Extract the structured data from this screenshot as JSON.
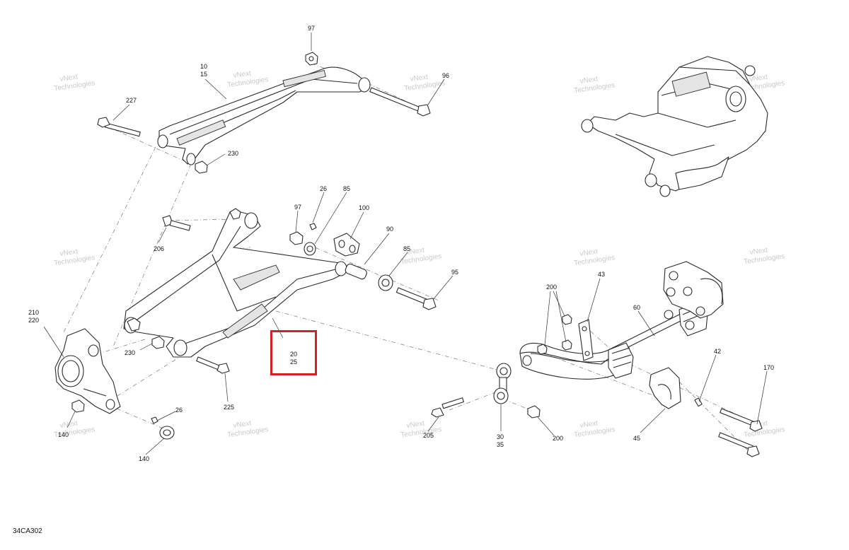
{
  "diagram": {
    "code": "34CA302",
    "watermark": {
      "line1": "vNext",
      "line2": "Technologies",
      "full": "vNext Technologies"
    },
    "highlight": {
      "line1": "20",
      "line2": "25",
      "color": "#d42027"
    },
    "callouts": [
      "97",
      "10",
      "15",
      "96",
      "227",
      "230",
      "26",
      "85",
      "97",
      "100",
      "90",
      "85",
      "95",
      "206",
      "210",
      "220",
      "230",
      "26",
      "140",
      "140",
      "225",
      "43",
      "200",
      "60",
      "42",
      "170",
      "205",
      "30",
      "35",
      "200",
      "45"
    ]
  }
}
